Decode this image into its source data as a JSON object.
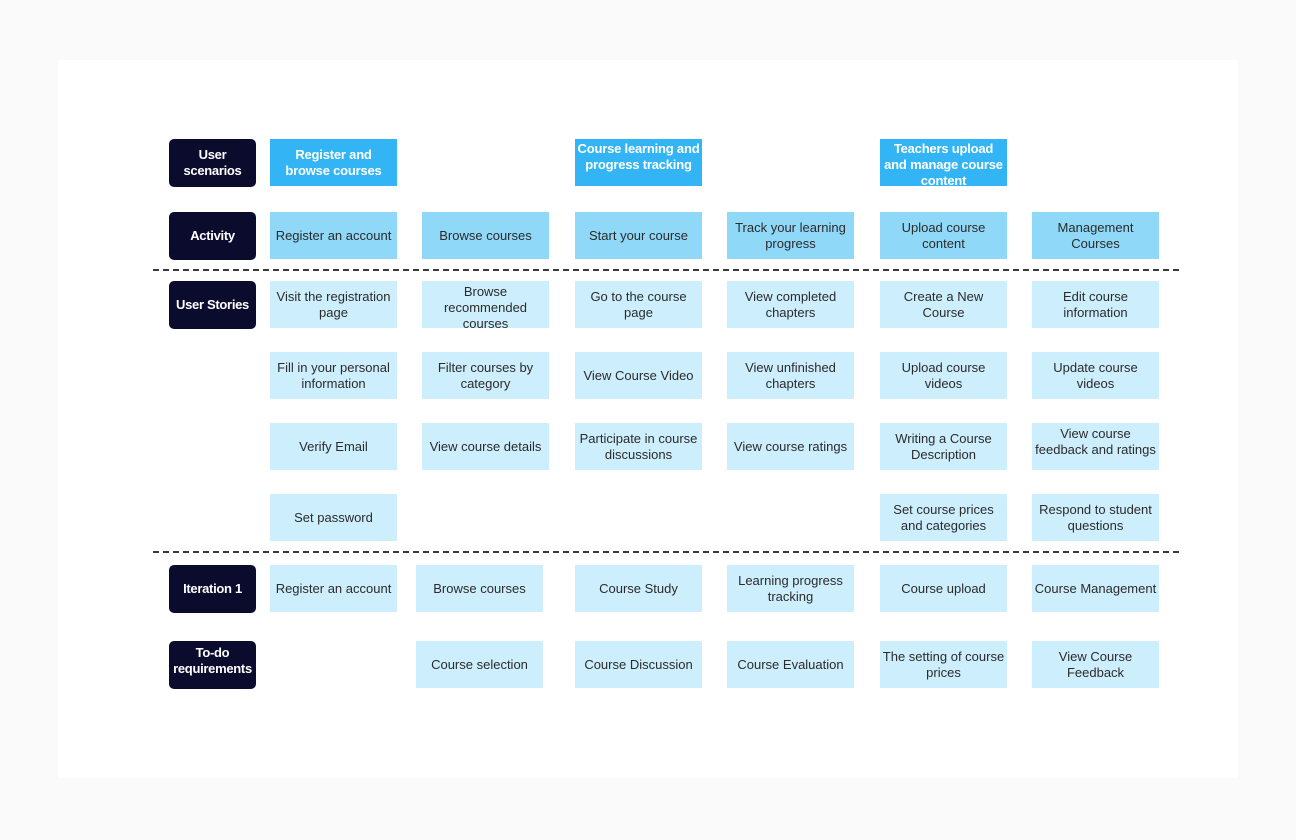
{
  "labels": {
    "user_scenarios": "User scenarios",
    "activity": "Activity",
    "user_stories": "User Stories",
    "iteration_1": "Iteration 1",
    "todo": "To-do requirements"
  },
  "scenarios": [
    "Register and browse courses",
    "Course learning and progress tracking",
    "Teachers upload and manage course content"
  ],
  "activities": [
    "Register an account",
    "Browse courses",
    "Start your course",
    "Track your learning progress",
    "Upload course content",
    "Management Courses"
  ],
  "stories": {
    "col1": [
      "Visit the registration page",
      "Fill in your personal information",
      "Verify Email",
      "Set password"
    ],
    "col2": [
      "Browse recommended courses",
      "Filter courses by category",
      "View course details"
    ],
    "col3": [
      "Go to the course page",
      "View Course Video",
      "Participate in course discussions"
    ],
    "col4": [
      "View completed chapters",
      "View unfinished chapters",
      "View course ratings"
    ],
    "col5": [
      "Create a New Course",
      "Upload course videos",
      "Writing a Course Description",
      "Set course prices and categories"
    ],
    "col6": [
      "Edit course information",
      "Update course videos",
      "View course feedback and ratings",
      "Respond to student questions"
    ]
  },
  "iteration_1": [
    "Register an account",
    "Browse courses",
    "Course Study",
    "Learning progress tracking",
    "Course upload",
    "Course Management"
  ],
  "todo": [
    "Course selection",
    "Course Discussion",
    "Course Evaluation",
    "The setting of course prices",
    "View Course Feedback"
  ],
  "colors": {
    "label_bg": "#0b0b2e",
    "scenario_bg": "#33b5f5",
    "activity_bg": "#8fd8f8",
    "story_bg": "#cdeefc"
  }
}
